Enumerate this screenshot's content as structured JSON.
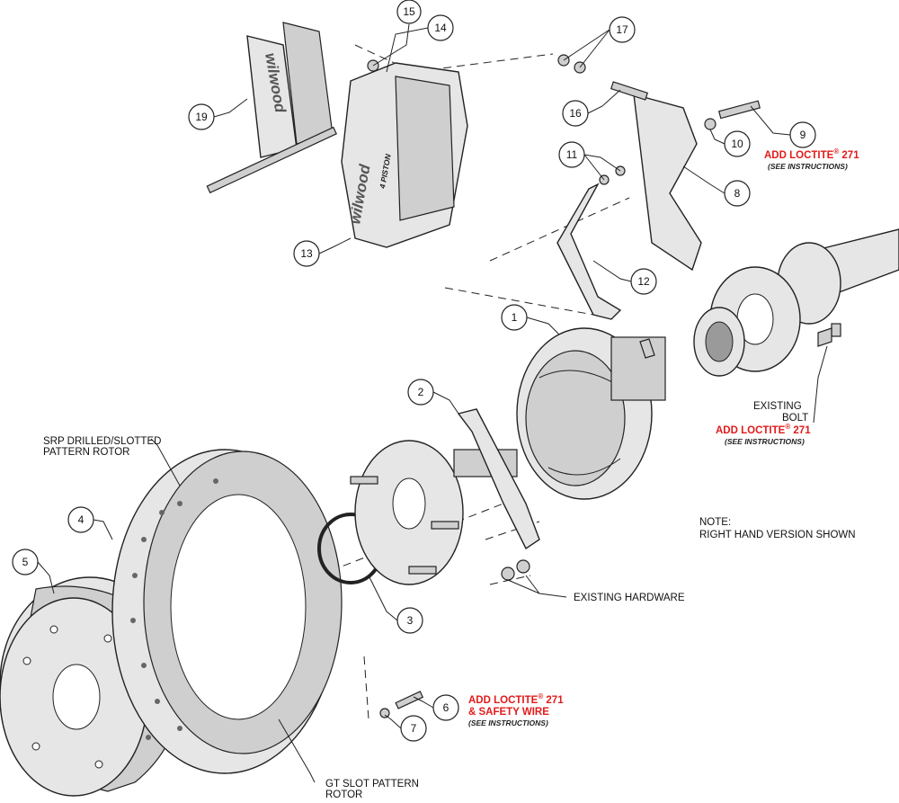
{
  "diagram": {
    "brand_logo": "wilwood",
    "caliper_marking": "4 PISTON",
    "callouts": [
      "1",
      "2",
      "3",
      "4",
      "5",
      "6",
      "7",
      "8",
      "9",
      "10",
      "11",
      "12",
      "13",
      "14",
      "15",
      "16",
      "17",
      "19"
    ],
    "labels": {
      "srp_rotor_line1": "SRP DRILLED/SLOTTED",
      "srp_rotor_line2": "PATTERN ROTOR",
      "existing_bolt_line1": "EXISTING",
      "existing_bolt_line2": "BOLT",
      "note_line1": "NOTE:",
      "note_line2": "RIGHT HAND VERSION SHOWN",
      "existing_hardware": "EXISTING HARDWARE",
      "gt_rotor_line1": "GT SLOT PATTERN",
      "gt_rotor_line2": "ROTOR"
    },
    "warnings": {
      "loctite": "ADD LOCTITE",
      "registered": "®",
      "loctite_number": " 271",
      "safety_wire": "& SAFETY WIRE",
      "see_instructions": "(SEE INSTRUCTIONS)"
    },
    "colors": {
      "warning_red": "#e21b1b",
      "line": "#222222",
      "part_fill": "#e6e6e6"
    }
  }
}
